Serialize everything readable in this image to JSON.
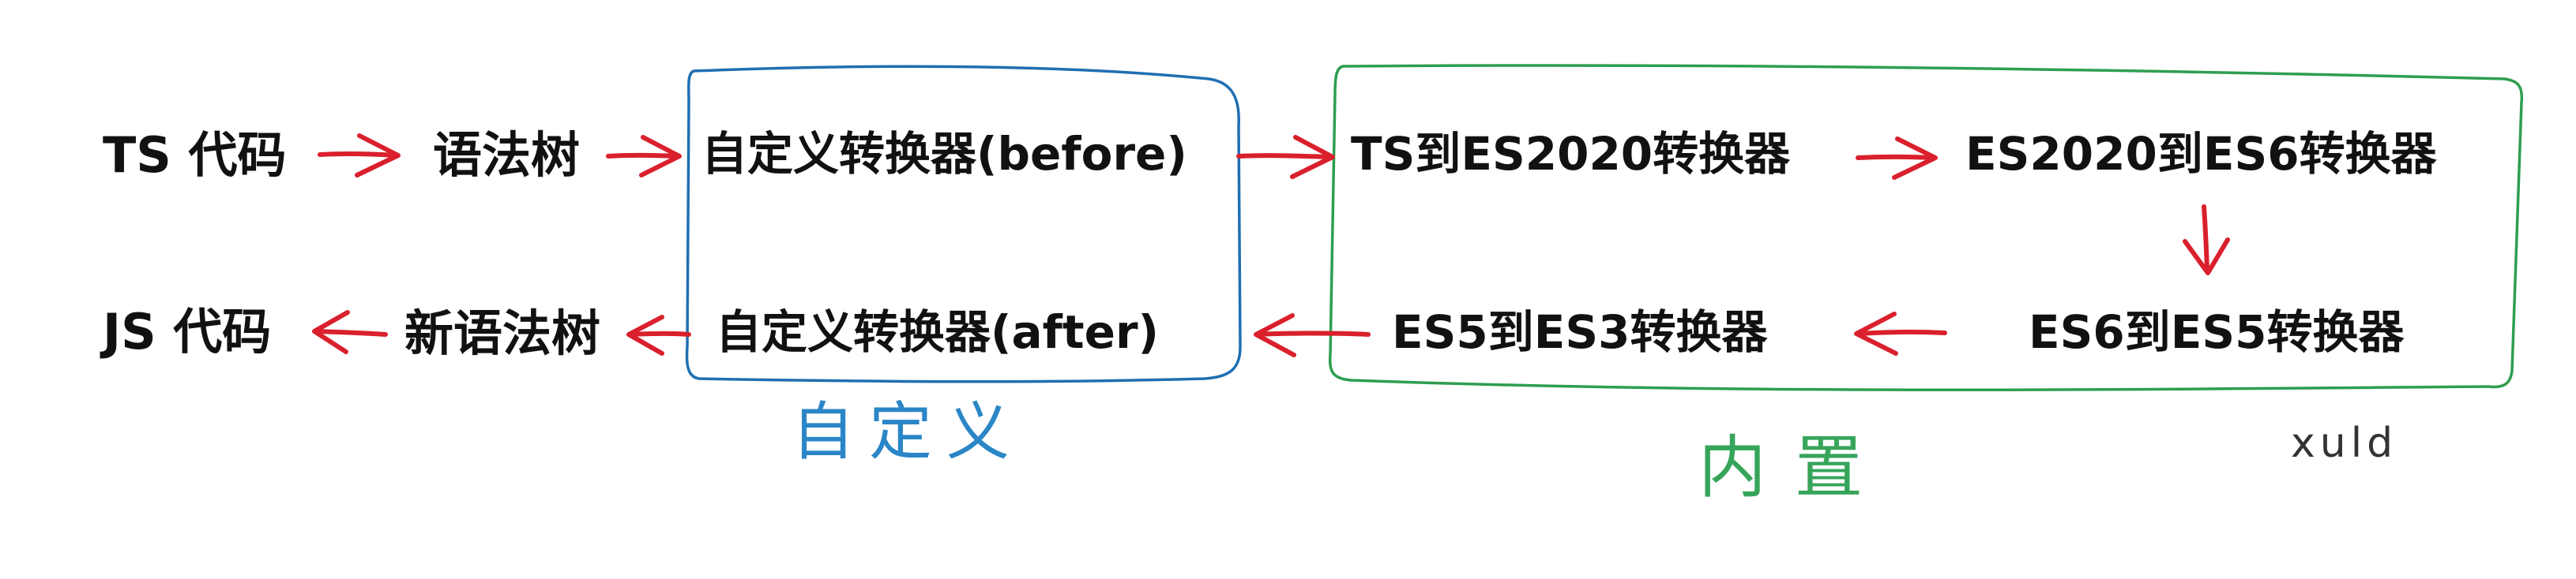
{
  "nodes": {
    "ts_code": "TS 代码",
    "syntax_tree": "语法树",
    "custom_before": "自定义转换器(before)",
    "ts_to_es2020": "TS到ES2020转换器",
    "es2020_to_es6": "ES2020到ES6转换器",
    "es6_to_es5": "ES6到ES5转换器",
    "es5_to_es3": "ES5到ES3转换器",
    "custom_after": "自定义转换器(after)",
    "new_syntax_tree": "新语法树",
    "js_code": "JS 代码"
  },
  "groups": {
    "custom_label": "自定义",
    "builtin_label": "内置"
  },
  "signature": "xuld",
  "colors": {
    "text": "#111111",
    "arrow": "#d9202c",
    "custom_box": "#1f6fb2",
    "builtin_box": "#2e9e4f",
    "custom_label": "#2a86c7",
    "builtin_label": "#36a55a",
    "signature": "#333333"
  }
}
